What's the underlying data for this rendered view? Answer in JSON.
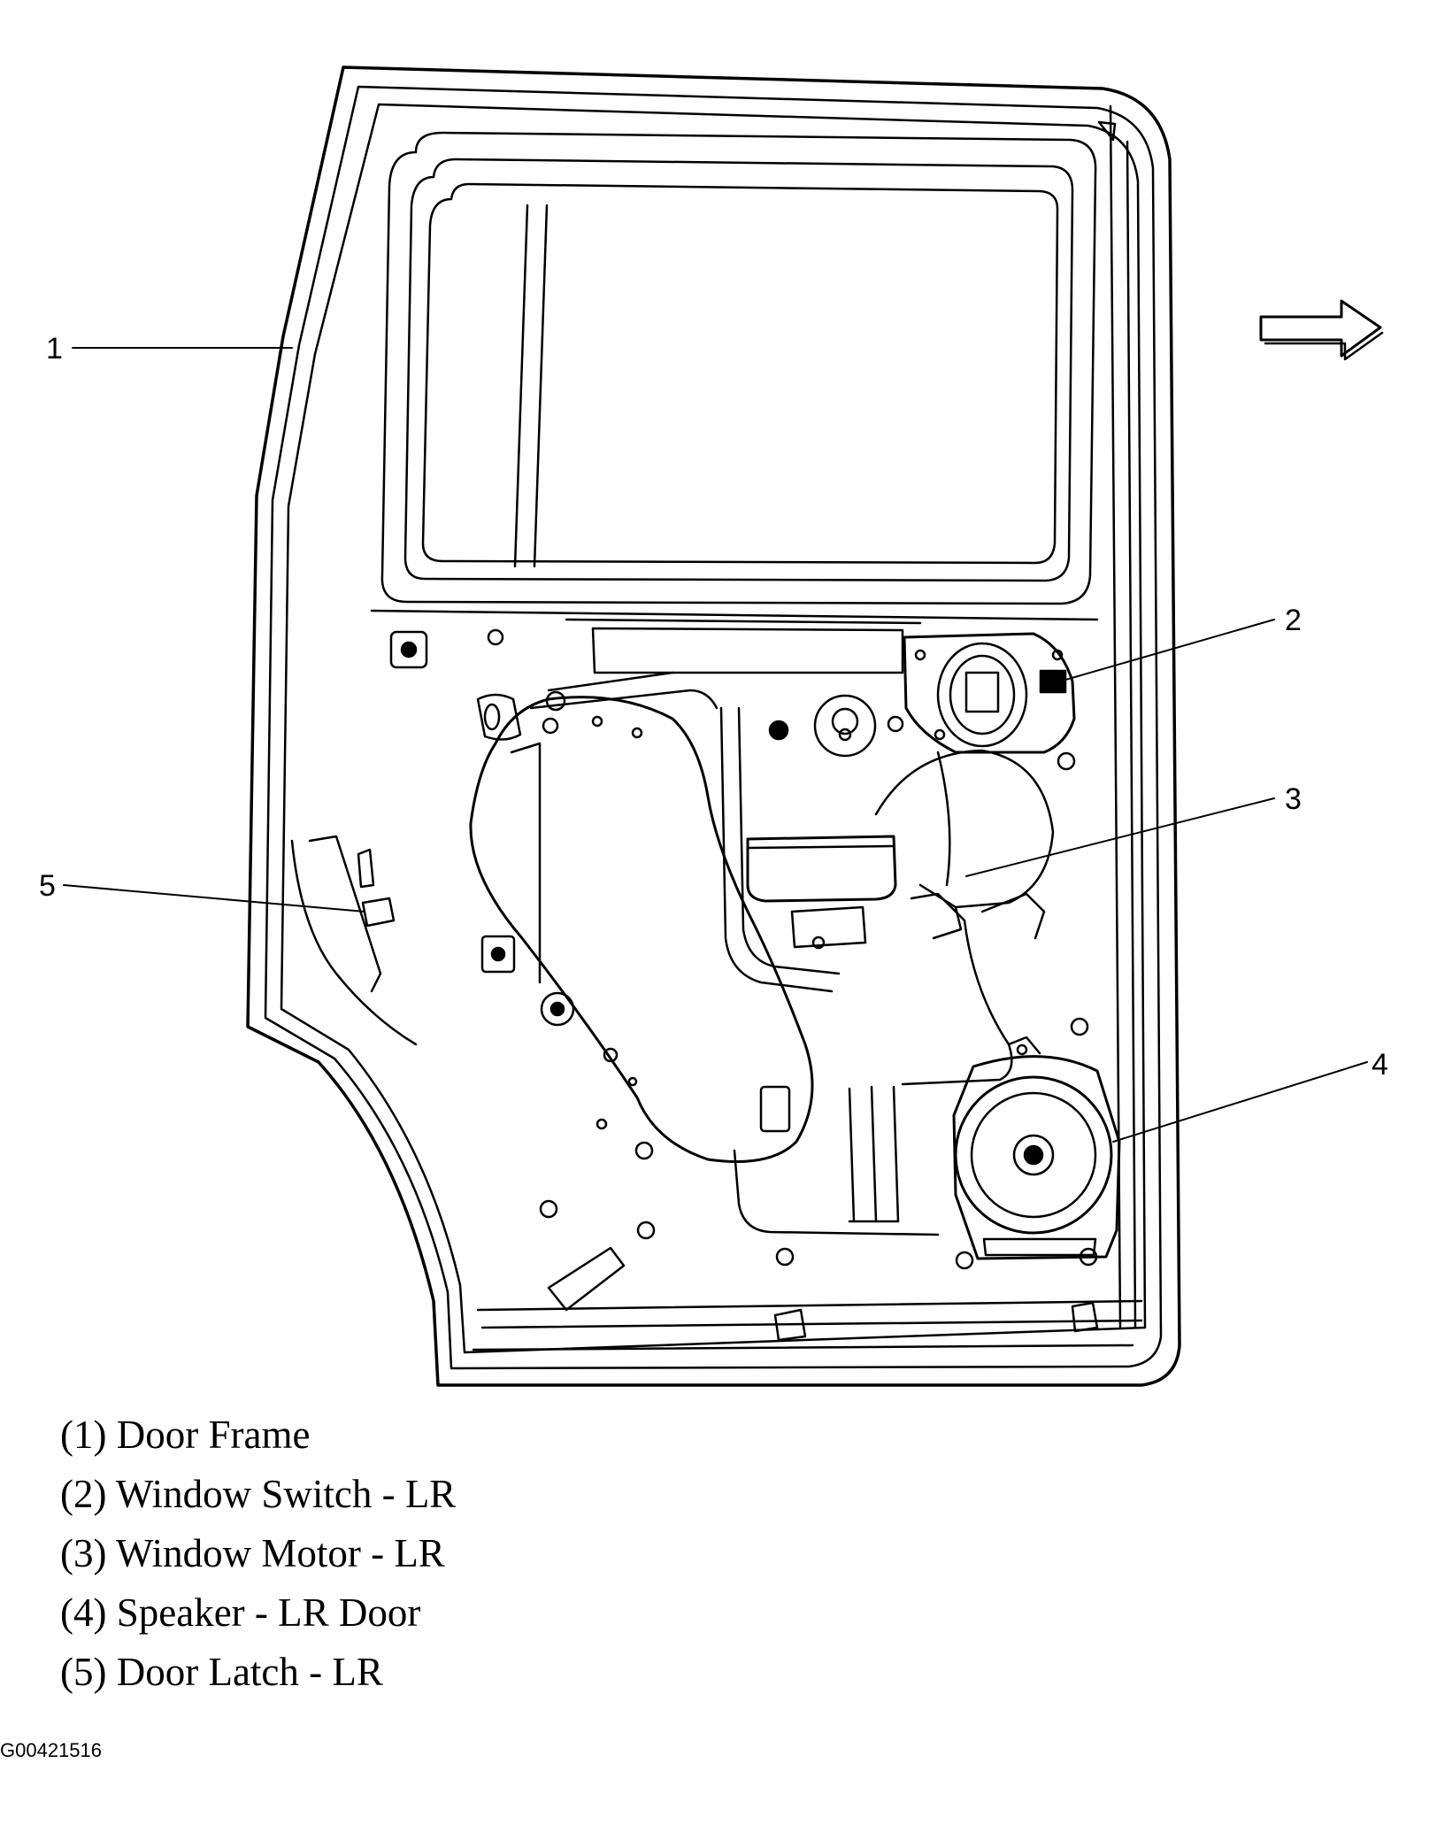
{
  "callouts": [
    {
      "number": "1",
      "name": "door-frame"
    },
    {
      "number": "2",
      "name": "window-switch"
    },
    {
      "number": "3",
      "name": "window-motor"
    },
    {
      "number": "4",
      "name": "speaker"
    },
    {
      "number": "5",
      "name": "door-latch"
    }
  ],
  "legend": [
    "(1) Door Frame",
    "(2) Window Switch - LR",
    "(3) Window Motor - LR",
    "(4) Speaker - LR Door",
    "(5) Door Latch - LR"
  ],
  "figure_id": "G00421516",
  "icons": {
    "direction": "arrow-right-icon"
  }
}
